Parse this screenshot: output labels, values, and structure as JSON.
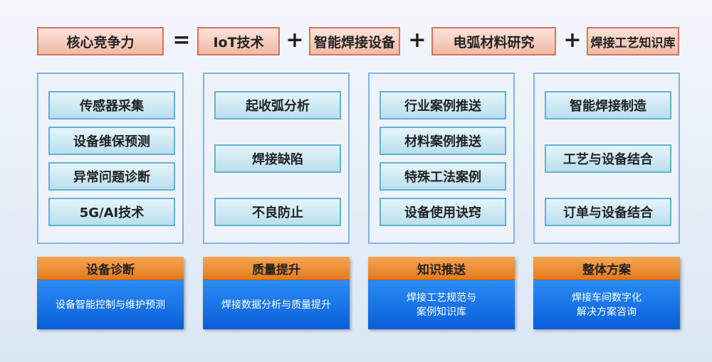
{
  "equation": {
    "result": "核心竞争力",
    "equals": "=",
    "plus": "+",
    "terms": [
      "IoT技术",
      "智能焊接设备",
      "电弧材料研究",
      "焊接工艺知识库"
    ]
  },
  "columns": [
    {
      "items": [
        "传感器采集",
        "设备维保预测",
        "异常问题诊断",
        "5G/AI技术"
      ],
      "title": "设备诊断",
      "desc": "设备智能控制与维护预测"
    },
    {
      "items": [
        "起收弧分析",
        "焊接缺陷",
        "不良防止"
      ],
      "title": "质量提升",
      "desc": "焊接数据分析与质量提升"
    },
    {
      "items": [
        "行业案例推送",
        "材料案例推送",
        "特殊工法案例",
        "设备使用诀窍"
      ],
      "title": "知识推送",
      "desc": "焊接工艺规范与\n案例知识库"
    },
    {
      "items": [
        "智能焊接制造",
        "工艺与设备结合",
        "订单与设备结合"
      ],
      "title": "整体方案",
      "desc": "焊接车间数字化\n解决方案咨询"
    }
  ]
}
